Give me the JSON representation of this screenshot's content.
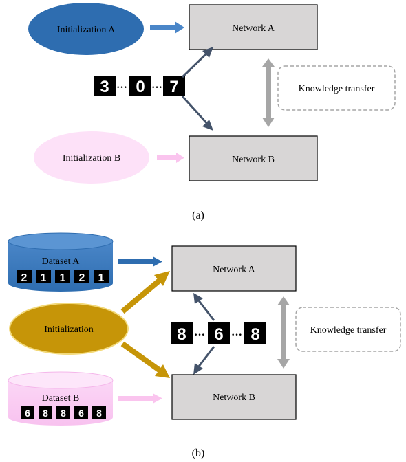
{
  "panel_a": {
    "init_a_label": "Initialization A",
    "init_b_label": "Initialization B",
    "network_a_label": "Network A",
    "network_b_label": "Network B",
    "knowledge_label": "Knowledge transfer",
    "digits": [
      "3",
      "0",
      "7"
    ],
    "caption": "(a)"
  },
  "panel_b": {
    "dataset_a_label": "Dataset A",
    "dataset_b_label": "Dataset B",
    "init_label": "Initialization",
    "network_a_label": "Network A",
    "network_b_label": "Network B",
    "knowledge_label": "Knowledge transfer",
    "digits": [
      "8",
      "6",
      "8"
    ],
    "dataset_a_digits": [
      "2",
      "1",
      "1",
      "2",
      "1"
    ],
    "dataset_b_digits": [
      "6",
      "8",
      "8",
      "6",
      "8"
    ],
    "caption": "(b)"
  },
  "colors": {
    "init_a_fill": "#2e6db0",
    "init_b_fill": "#fde1f8",
    "init_gold_fill": "#c69508",
    "network_fill": "#d8d6d6",
    "arrow_blue": "#4a86c8",
    "arrow_pink": "#fac4ee",
    "arrow_dark": "#44536a",
    "arrow_gold": "#c69508",
    "transfer_gray": "#a6a6a6"
  }
}
